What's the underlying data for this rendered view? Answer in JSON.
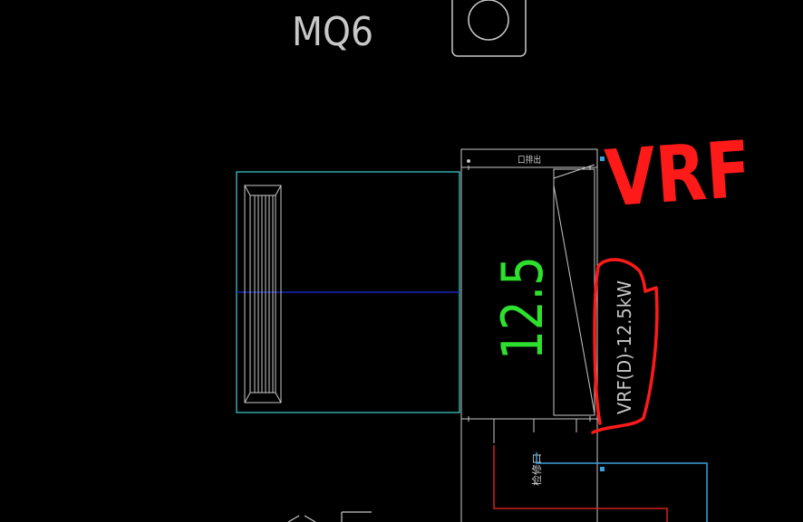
{
  "labels": {
    "room_tag": "MQ6",
    "unit_capacity": "12.5",
    "unit_model": "VRF(D)-12.5kW",
    "header_tag": "口排出",
    "valve_tag": "检修口",
    "annotation": "VRF"
  },
  "colors": {
    "background": "#000000",
    "line_white": "#c8c8c8",
    "line_cyan": "#3fd0d0",
    "line_blue": "#1e2fd8",
    "pipe_blue": "#3aa0e0",
    "pipe_red": "#d42020",
    "text_green": "#2ee02e",
    "markup_red": "#ff1a1a"
  }
}
